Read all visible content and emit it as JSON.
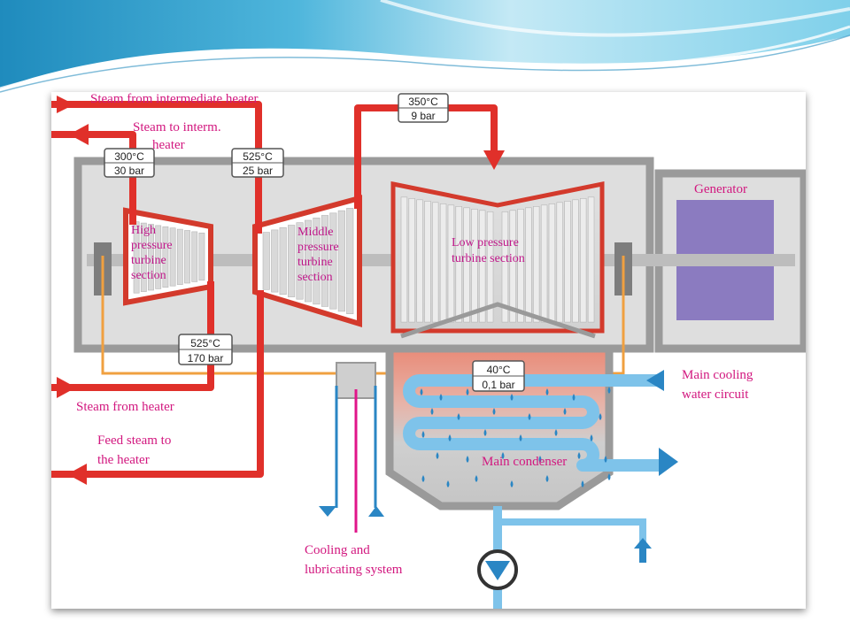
{
  "colors": {
    "steam": "#e0302a",
    "oil": "#f0a040",
    "cooling_light": "#7ec3ea",
    "cooling_dark": "#2a86c4",
    "pink_line": "#e0158a",
    "casing": "#9a9a9a",
    "casing_fill": "#dedede",
    "generator": "#8b7bc0",
    "label": "#d2177f"
  },
  "icons": [
    "arrow-icon",
    "pump-icon",
    "droplet-icon"
  ],
  "labels": {
    "steam_from_intermediate_heater": "Steam from intermediate heater",
    "steam_to_interm_heater_1": "Steam to interm.",
    "steam_to_interm_heater_2": "heater",
    "steam_from_heater": "Steam from heater",
    "feed_steam_1": "Feed steam to",
    "feed_steam_2": "the heater",
    "generator": "Generator",
    "main_cooling_1": "Main cooling",
    "main_cooling_2": "water circuit",
    "main_condenser": "Main condenser",
    "cooling_lub_1": "Cooling and",
    "cooling_lub_2": "lubricating system"
  },
  "sections": {
    "hp": [
      "High",
      "pressure",
      "turbine",
      "section"
    ],
    "mp": [
      "Middle",
      "pressure",
      "turbine",
      "section"
    ],
    "lp": [
      "Low pressure",
      "turbine section"
    ]
  },
  "badges": {
    "b300": {
      "temp": "300°C",
      "press": "30 bar"
    },
    "b525a": {
      "temp": "525°C",
      "press": "25 bar"
    },
    "b350": {
      "temp": "350°C",
      "press": "9 bar"
    },
    "b525b": {
      "temp": "525°C",
      "press": "170 bar"
    },
    "b40": {
      "temp": "40°C",
      "press": "0,1 bar"
    }
  }
}
